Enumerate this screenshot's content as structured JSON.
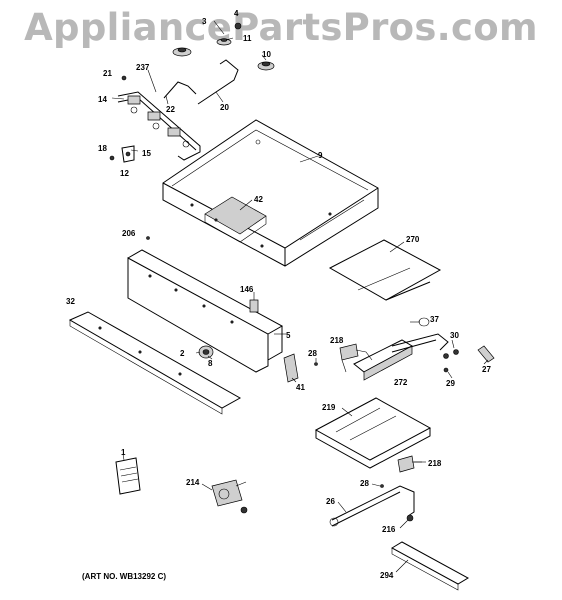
{
  "watermark": "AppliancePartsPros.com",
  "art_number": "(ART NO. WB13292 C)",
  "callouts": [
    "3",
    "4",
    "11",
    "10",
    "237",
    "21",
    "14",
    "22",
    "20",
    "18",
    "15",
    "12",
    "9",
    "42",
    "206",
    "270",
    "146",
    "32",
    "37",
    "5",
    "218",
    "30",
    "28",
    "2",
    "8",
    "272",
    "27",
    "29",
    "41",
    "219",
    "218",
    "1",
    "214",
    "28",
    "26",
    "216",
    "294"
  ]
}
